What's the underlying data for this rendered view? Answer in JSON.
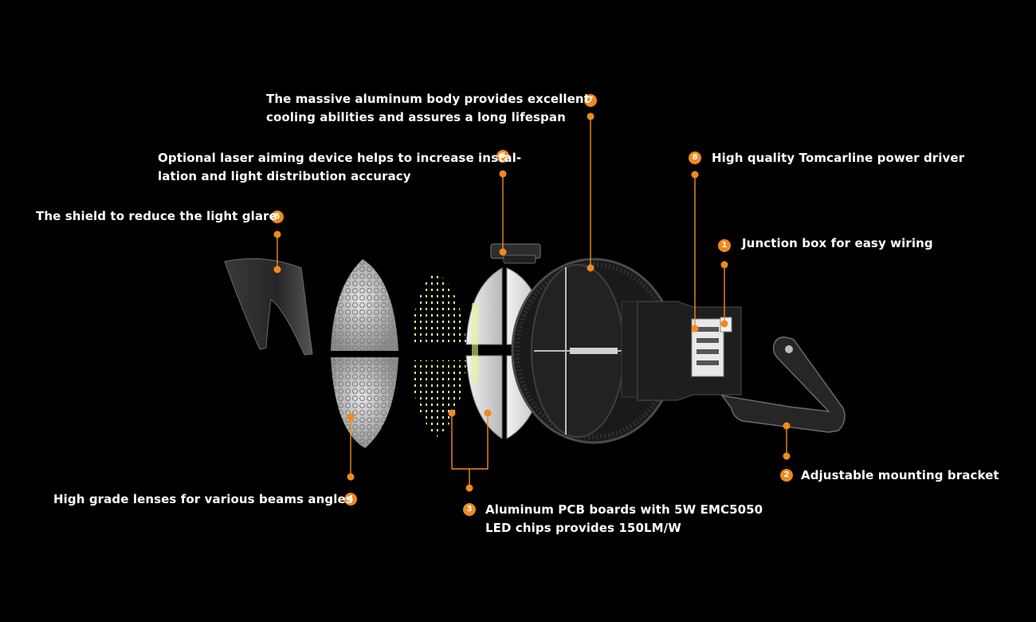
{
  "accent_color": "#f08a1c",
  "callouts": [
    {
      "number": "1",
      "text_lines": [
        "Junction box for easy wiring"
      ]
    },
    {
      "number": "2",
      "text_lines": [
        "Adjustable mounting bracket"
      ]
    },
    {
      "number": "3",
      "text_lines": [
        "Aluminum PCB boards with 5W EMC5050",
        "LED chips provides 150LM/W"
      ]
    },
    {
      "number": "4",
      "text_lines": [
        "High grade lenses for various beams angles"
      ]
    },
    {
      "number": "5",
      "text_lines": [
        "The shield to reduce the light glare"
      ]
    },
    {
      "number": "6",
      "text_lines": [
        "Optional laser aiming device helps to increase instal-",
        "lation and light distribution accuracy"
      ]
    },
    {
      "number": "7",
      "text_lines": [
        "The massive aluminum body provides excellent",
        "cooling abilities and assures a long lifespan"
      ]
    },
    {
      "number": "8",
      "text_lines": [
        "High quality Tomcarline power driver"
      ]
    }
  ]
}
